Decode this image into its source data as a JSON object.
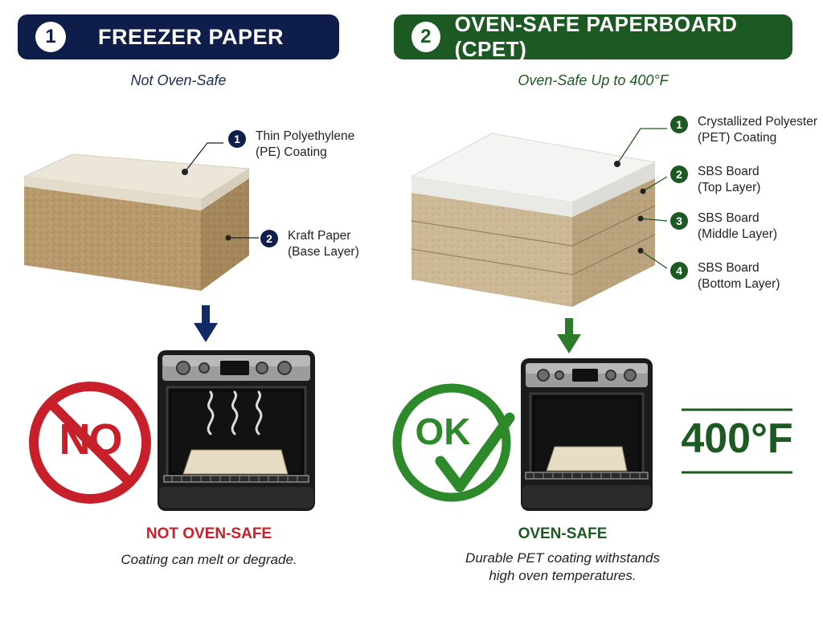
{
  "left": {
    "number": "1",
    "title": "FREEZER PAPER",
    "subtitle": "Not Oven-Safe",
    "callouts": [
      {
        "num": "1",
        "line1": "Thin Polyethylene",
        "line2": "(PE) Coating"
      },
      {
        "num": "2",
        "line1": "Kraft Paper",
        "line2": "(Base Layer)"
      }
    ],
    "badge": "NO",
    "result_title": "NOT OVEN-SAFE",
    "result_desc": "Coating can melt or degrade."
  },
  "right": {
    "number": "2",
    "title": "OVEN-SAFE PAPERBOARD (CPET)",
    "subtitle": "Oven-Safe Up to 400°F",
    "callouts": [
      {
        "num": "1",
        "line1": "Crystallized Polyester",
        "line2": "(PET) Coating"
      },
      {
        "num": "2",
        "line1": "SBS Board",
        "line2": "(Top Layer)"
      },
      {
        "num": "3",
        "line1": "SBS Board",
        "line2": "(Middle Layer)"
      },
      {
        "num": "4",
        "line1": "SBS Board",
        "line2": "(Bottom Layer)"
      }
    ],
    "badge": "OK",
    "temp": "400°F",
    "result_title": "OVEN-SAFE",
    "result_desc_line1": "Durable PET coating withstands",
    "result_desc_line2": "high oven temperatures."
  },
  "colors": {
    "navy": "#0f1d4a",
    "green": "#1d5a23",
    "red": "#c8202a",
    "kraft": "#b89a6c",
    "coating": "#ece6d8"
  },
  "icons": [
    "down-arrow-icon",
    "oven-icon",
    "no-symbol-icon",
    "check-icon",
    "steam-icon"
  ]
}
